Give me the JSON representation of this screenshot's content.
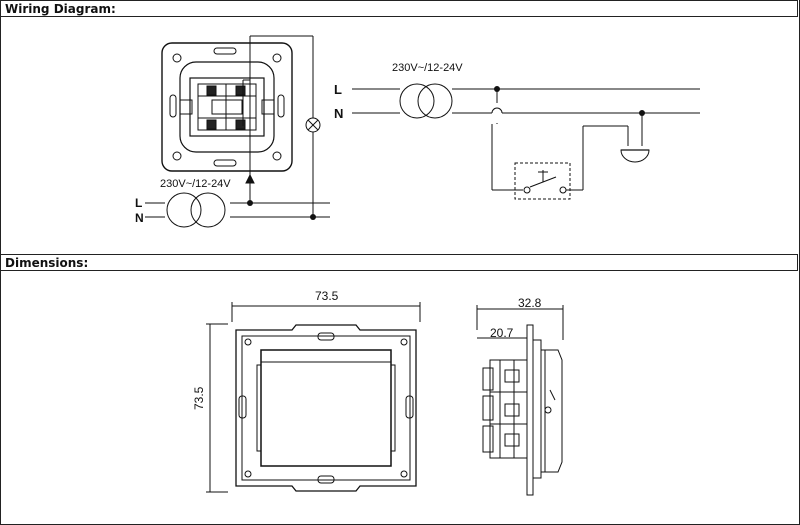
{
  "sections": {
    "wiring_title": "Wiring Diagram:",
    "dimensions_title": "Dimensions:"
  },
  "wiring": {
    "left_supply_label": "230V~/12-24V",
    "left_L": "L",
    "left_N": "N",
    "right_supply_label": "230V~/12-24V",
    "right_L": "L",
    "right_N": "N"
  },
  "dimensions": {
    "front_width": "73.5",
    "front_height": "73.5",
    "side_depth_total": "32.8",
    "side_depth_partial": "20.7"
  }
}
